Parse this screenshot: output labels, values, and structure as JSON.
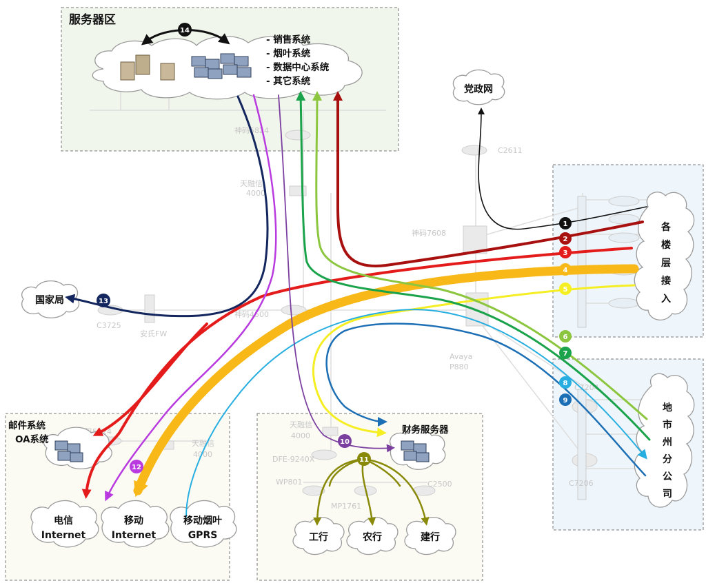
{
  "zones": {
    "server": "服务器区",
    "mail": [
      "邮件系统",
      "OA系统"
    ],
    "finance": "财务服务器"
  },
  "server_systems": [
    "- 销售系统",
    "- 烟叶系统",
    "- 数据中心系统",
    "- 其它系统"
  ],
  "clouds": {
    "party": "党政网",
    "national": "国家局",
    "floors": [
      "各",
      "楼",
      "层",
      "接",
      "入"
    ],
    "branches": [
      "地",
      "市",
      "州",
      "分",
      "公",
      "司"
    ],
    "telecom": [
      "电信",
      "Internet"
    ],
    "mobile": [
      "移动",
      "Internet"
    ],
    "gprs": [
      "移动烟叶",
      "GPRS"
    ],
    "icbc": "工行",
    "abc": "农行",
    "ccb": "建行"
  },
  "devices": {
    "sw5824_top": "神码5824",
    "tianrongxin1": "天融信",
    "tianrongxin1_model": "4000",
    "c2611": "C2611",
    "sw7608": "神码7608",
    "c3725": "C3725",
    "anfw": "安氏FW",
    "sw4500": "神码4500",
    "avaya": "Avaya",
    "avaya_model": "P880",
    "c7204": "C7204",
    "c7206": "C7206",
    "sw5824_mail": "神码5824",
    "tianrongxin2": "天融信",
    "tianrongxin2_model": "4000",
    "tianrongxin3": "天融信",
    "tianrongxin3_model": "4000",
    "dfe": "DFE-9240X",
    "wp801": "WP801",
    "mp1761": "MP1761",
    "c2500": "C2500"
  },
  "flow_numbers": [
    "1",
    "2",
    "3",
    "4",
    "5",
    "6",
    "7",
    "8",
    "9",
    "10",
    "11",
    "12",
    "13",
    "14"
  ],
  "colors": {
    "f1": "#111111",
    "f2": "#a80f0f",
    "f3": "#e41b1b",
    "f4": "#f7b818",
    "f5": "#f5ee22",
    "f6": "#8cc63f",
    "f7": "#1aa34a",
    "f8": "#27aee0",
    "f9": "#1c6fb5",
    "f10": "#7b3fa0",
    "f11": "#8a8a0a",
    "f12": "#b93be0",
    "f13": "#13265e",
    "f14": "#111111"
  }
}
